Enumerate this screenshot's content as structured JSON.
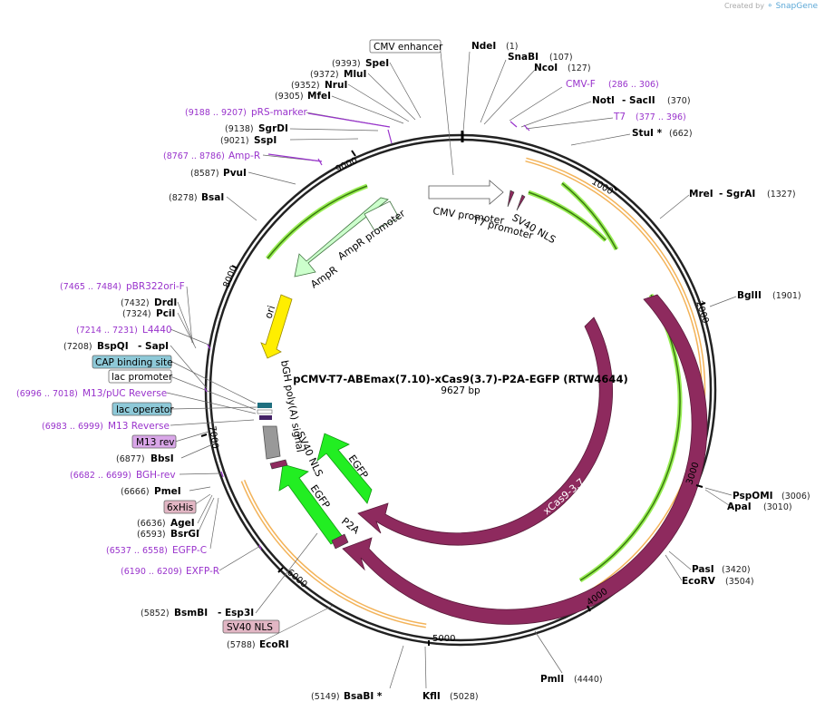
{
  "credit": {
    "prefix": "Created by",
    "brand": "SnapGene"
  },
  "plasmid": {
    "name": "pCMV-T7-ABEmax(7.10)-xCas9(3.7)-P2A-EGFP (RTW4644)",
    "size": "9627 bp"
  },
  "ticks": [
    "1000",
    "2000",
    "3000",
    "4000",
    "5000",
    "6000",
    "7000",
    "8000",
    "9000"
  ],
  "labels": {
    "cmv_enhancer": "CMV enhancer",
    "ndeI": {
      "name": "NdeI",
      "pos": "(1)"
    },
    "snaBI": {
      "name": "SnaBI",
      "pos": "(107)"
    },
    "ncoI": {
      "name": "NcoI",
      "pos": "(127)"
    },
    "cmv_f": {
      "name": "CMV-F",
      "pos": "(286 .. 306)"
    },
    "notI_sacII": {
      "name": "NotI",
      "name2": "- SacII",
      "pos": "(370)"
    },
    "t7": {
      "name": "T7",
      "pos": "(377 .. 396)"
    },
    "stuI": {
      "name": "StuI *",
      "pos": "(662)"
    },
    "mluI_sgrAI": {
      "name": "MreI",
      "name2": "- SgrAI",
      "pos": "(1327)"
    },
    "bglII": {
      "name": "BglII",
      "pos": "(1901)"
    },
    "pspOMI": {
      "name": "PspOMI",
      "pos": "(3006)"
    },
    "apaI": {
      "name": "ApaI",
      "pos": "(3010)"
    },
    "pasI": {
      "name": "PasI",
      "pos": "(3420)"
    },
    "ecoRV": {
      "name": "EcoRV",
      "pos": "(3504)"
    },
    "pmlI": {
      "name": "PmlI",
      "pos": "(4440)"
    },
    "kflI": {
      "name": "KflI",
      "pos": "(5028)"
    },
    "bsaBI": {
      "name": "BsaBI *",
      "pos": "(5149)"
    },
    "ecoRI": {
      "name": "EcoRI",
      "pos": "(5788)"
    },
    "sv40nls_box": "SV40 NLS",
    "bsmBI": {
      "name": "BsmBI",
      "name2": "- Esp3I",
      "pos": "(5852)"
    },
    "exfp_r": {
      "name": "EXFP-R",
      "pos": "(6190 .. 6209)"
    },
    "egfp_c": {
      "name": "EGFP-C",
      "pos": "(6537 .. 6558)"
    },
    "bsrGI": {
      "name": "BsrGI",
      "pos": "(6593)"
    },
    "ageI": {
      "name": "AgeI",
      "pos": "(6636)"
    },
    "his_box": "6xHis",
    "pmeI": {
      "name": "PmeI",
      "pos": "(6666)"
    },
    "bgh_rev": {
      "name": "BGH-rev",
      "pos": "(6682 .. 6699)"
    },
    "bbsI": {
      "name": "BbsI",
      "pos": "(6877)"
    },
    "m13rev_box": "M13 rev",
    "m13_reverse": {
      "name": "M13 Reverse",
      "pos": "(6983 .. 6999)"
    },
    "lac_operator_box": "lac operator",
    "m13_puc_reverse": {
      "name": "M13/pUC Reverse",
      "pos": "(6996 .. 7018)"
    },
    "lac_promoter_box": "lac promoter",
    "cap_box": "CAP binding site",
    "bspQI": {
      "name": "BspQI",
      "name2": "- SapI",
      "pos": "(7208)"
    },
    "l4440": {
      "name": "L4440",
      "pos": "(7214 .. 7231)"
    },
    "pciI": {
      "name": "PciI",
      "pos": "(7324)"
    },
    "draI": {
      "name": "DrdI",
      "pos": "(7432)"
    },
    "pbr322": {
      "name": "pBR322ori-F",
      "pos": "(7465 .. 7484)"
    },
    "bsaI": {
      "name": "BsaI",
      "pos": "(8278)"
    },
    "pvuI": {
      "name": "PvuI",
      "pos": "(8587)"
    },
    "amp_r": {
      "name": "Amp-R",
      "pos": "(8767 .. 8786)"
    },
    "sspI": {
      "name": "SspI",
      "pos": "(9021)"
    },
    "sgrDI": {
      "name": "SgrDI",
      "pos": "(9138)"
    },
    "prs_marker": {
      "name": "pRS-marker",
      "pos": "(9188 .. 9207)"
    },
    "mfeI": {
      "name": "MfeI",
      "pos": "(9305)"
    },
    "nruI": {
      "name": "NruI",
      "pos": "(9352)"
    },
    "mluI": {
      "name": "MluI",
      "pos": "(9372)"
    },
    "speI": {
      "name": "SpeI",
      "pos": "(9393)"
    }
  },
  "features": {
    "cmv_promoter": "CMV promoter",
    "t7_promoter": "T7 promoter",
    "sv40_nls_top": "SV40 NLS",
    "ampr_promoter": "AmpR promoter",
    "ampr": "AmpR",
    "ori": "ori",
    "bgh": "bGH poly(A) signal",
    "sv40_nls_mid": "SV40 NLS",
    "egfp_a": "EGFP",
    "egfp_b": "EGFP",
    "p2a": "P2A",
    "xcas9": "xCas9-3.7",
    "cas9": "Cas9"
  },
  "colors": {
    "cas9": "#8e2a5e",
    "egfp": "#22ee22",
    "ori": "#ffee00",
    "ampr": "#ccffcc",
    "orange": "#f0a030",
    "primer": "#9933cc",
    "box_blue": "#8ec9d8",
    "box_pink": "#e2b6c4",
    "box_purple": "#d9a6e8"
  }
}
